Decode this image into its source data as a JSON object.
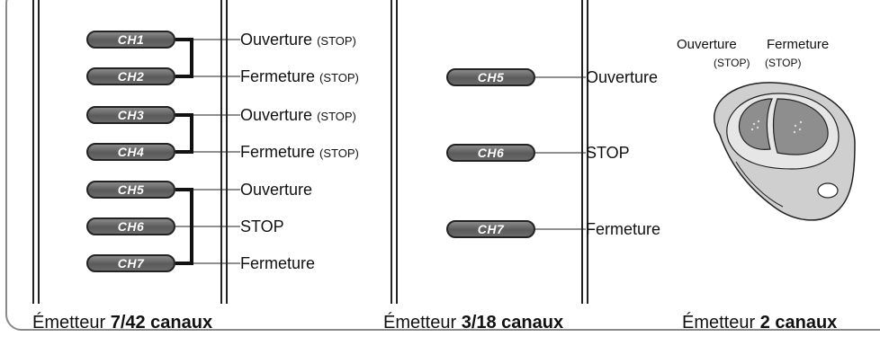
{
  "sections": [
    {
      "title_prefix": "Émetteur ",
      "title_bold": "7/42 canaux",
      "channels": [
        {
          "ch": "CH1",
          "label": "Ouverture",
          "suffix": "(STOP)"
        },
        {
          "ch": "CH2",
          "label": "Fermeture",
          "suffix": "(STOP)"
        },
        {
          "ch": "CH3",
          "label": "Ouverture",
          "suffix": "(STOP)"
        },
        {
          "ch": "CH4",
          "label": "Fermeture",
          "suffix": "(STOP)"
        },
        {
          "ch": "CH5",
          "label": "Ouverture",
          "suffix": ""
        },
        {
          "ch": "CH6",
          "label": "STOP",
          "suffix": ""
        },
        {
          "ch": "CH7",
          "label": "Fermeture",
          "suffix": ""
        }
      ]
    },
    {
      "title_prefix": "Émetteur ",
      "title_bold": "3/18 canaux",
      "channels": [
        {
          "ch": "CH5",
          "label": "Ouverture",
          "suffix": ""
        },
        {
          "ch": "CH6",
          "label": "STOP",
          "suffix": ""
        },
        {
          "ch": "CH7",
          "label": "Fermeture",
          "suffix": ""
        }
      ]
    },
    {
      "title_prefix": "Émetteur ",
      "title_bold": "2 canaux",
      "buttons": [
        {
          "label": "Ouverture",
          "sub": "(STOP)"
        },
        {
          "label": "Fermeture",
          "sub": "(STOP)"
        }
      ]
    }
  ],
  "colors": {
    "pill_fill": "#6a6a6a",
    "line": "#222222",
    "frame": "#8a8a8a",
    "remote_body": "#dcdcdc",
    "remote_buttons": "#8e8e8e"
  }
}
